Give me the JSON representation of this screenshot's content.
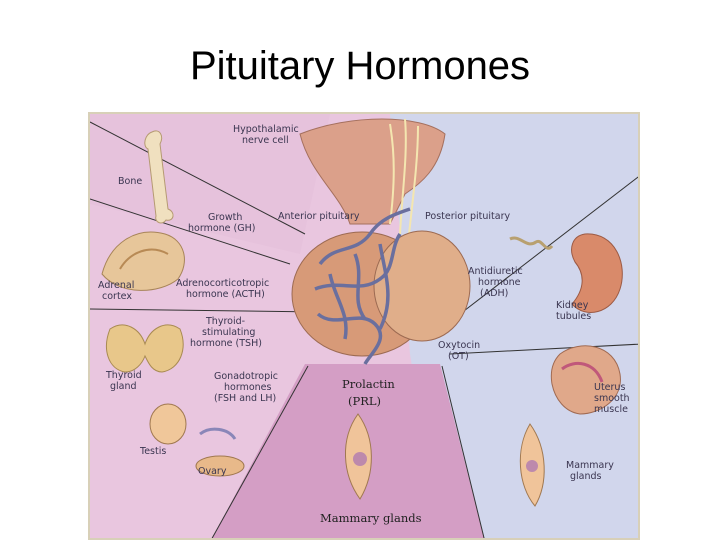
{
  "title": "Pituitary Hormones",
  "labels": {
    "hypothalamic": [
      "Hypothalamic",
      "nerve cell"
    ],
    "bone": "Bone",
    "growth_hormone": [
      "Growth",
      "hormone (GH)"
    ],
    "anterior_pituitary": "Anterior pituitary",
    "posterior_pituitary": "Posterior pituitary",
    "adrenal_cortex": [
      "Adrenal",
      "cortex"
    ],
    "acth": [
      "Adrenocorticotropic",
      "hormone (ACTH)"
    ],
    "tsh": [
      "Thyroid-",
      "stimulating",
      "hormone (TSH)"
    ],
    "thyroid_gland": [
      "Thyroid",
      "gland"
    ],
    "gonadotropic": [
      "Gonadotropic",
      "hormones",
      "(FSH and LH)"
    ],
    "testis": "Testis",
    "ovary": "Ovary",
    "prolactin": [
      "Prolactin",
      "(PRL)"
    ],
    "mammary_bottom": "Mammary glands",
    "adh": [
      "Antidiuretic",
      "hormone",
      "(ADH)"
    ],
    "kidney": [
      "Kidney",
      "tubules"
    ],
    "oxytocin": [
      "Oxytocin",
      "(OT)"
    ],
    "uterus": [
      "Uterus",
      "smooth",
      "muscle"
    ],
    "mammary_right": [
      "Mammary",
      "glands"
    ]
  },
  "colors": {
    "left_panel": "#e9c6df",
    "right_panel": "#cfd4ea",
    "bottom_panel": "#d7a3c8",
    "gland": "#d79a78",
    "vessel": "#6a6f9e"
  }
}
